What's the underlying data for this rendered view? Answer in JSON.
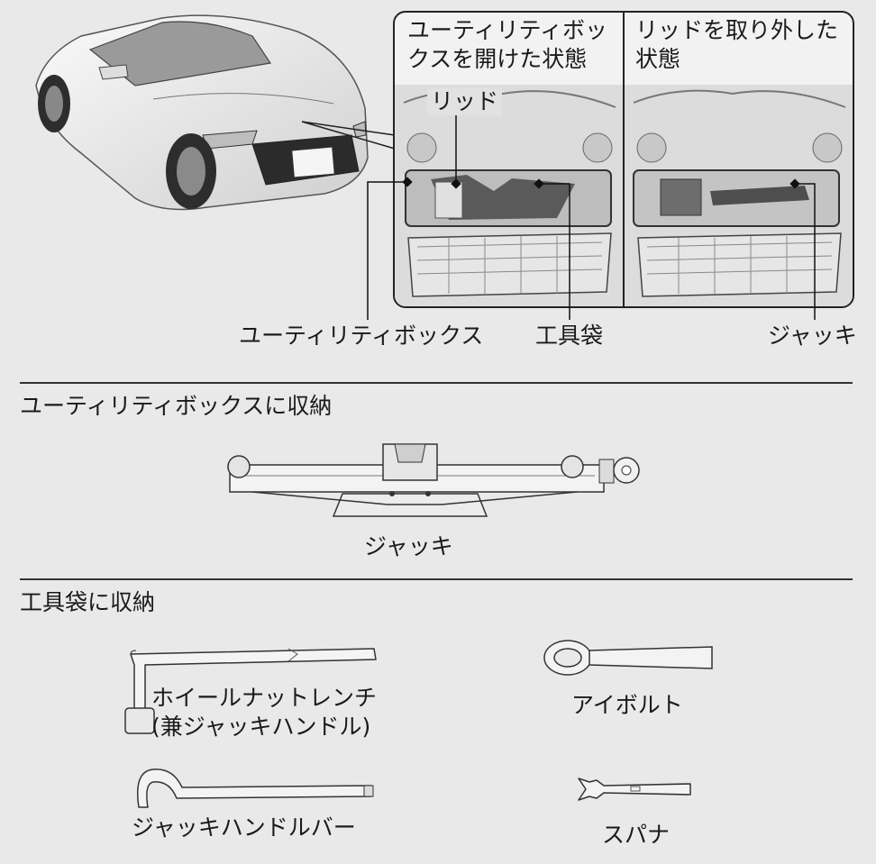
{
  "top": {
    "panel_open_title": "ユーティリティボックスを開けた状態",
    "panel_removed_title": "リッドを取り外した状態",
    "lid_label": "リッド",
    "callout_utility_box": "ユーティリティボックス",
    "callout_tool_bag": "工具袋",
    "callout_jack": "ジャッキ"
  },
  "section_utility": {
    "heading": "ユーティリティボックスに収納",
    "jack_caption": "ジャッキ"
  },
  "section_toolbag": {
    "heading": "工具袋に収納",
    "wrench_caption_line1": "ホイールナットレンチ",
    "wrench_caption_line2": "(兼ジャッキハンドル)",
    "eyebolt_caption": "アイボルト",
    "handlebar_caption": "ジャッキハンドルバー",
    "spanner_caption": "スパナ"
  }
}
